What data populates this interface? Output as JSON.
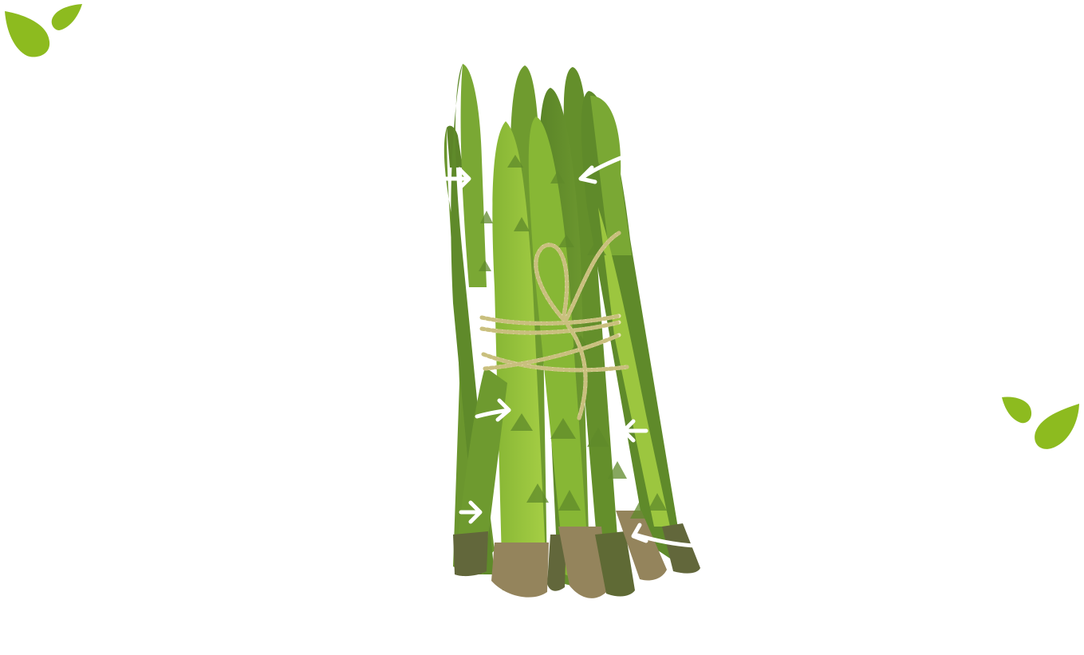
{
  "illustration": {
    "subject": "asparagus-bundle",
    "colors": {
      "background": "#ffffff",
      "leaf": "#8dbb1f",
      "spear_dark": "#5f8a2a",
      "spear_mid": "#7aa834",
      "spear_light": "#9cc63f",
      "spear_tip": "#6e9630",
      "stem_base": "#94845c",
      "stem_base_dark": "#62673b",
      "twine": "#e9e3b6",
      "twine_stripe": "#c9bf7e",
      "arrow": "#ffffff"
    },
    "icons": [
      "leaf-icon",
      "arrow-icon",
      "asparagus-spear",
      "twine-bow"
    ]
  }
}
